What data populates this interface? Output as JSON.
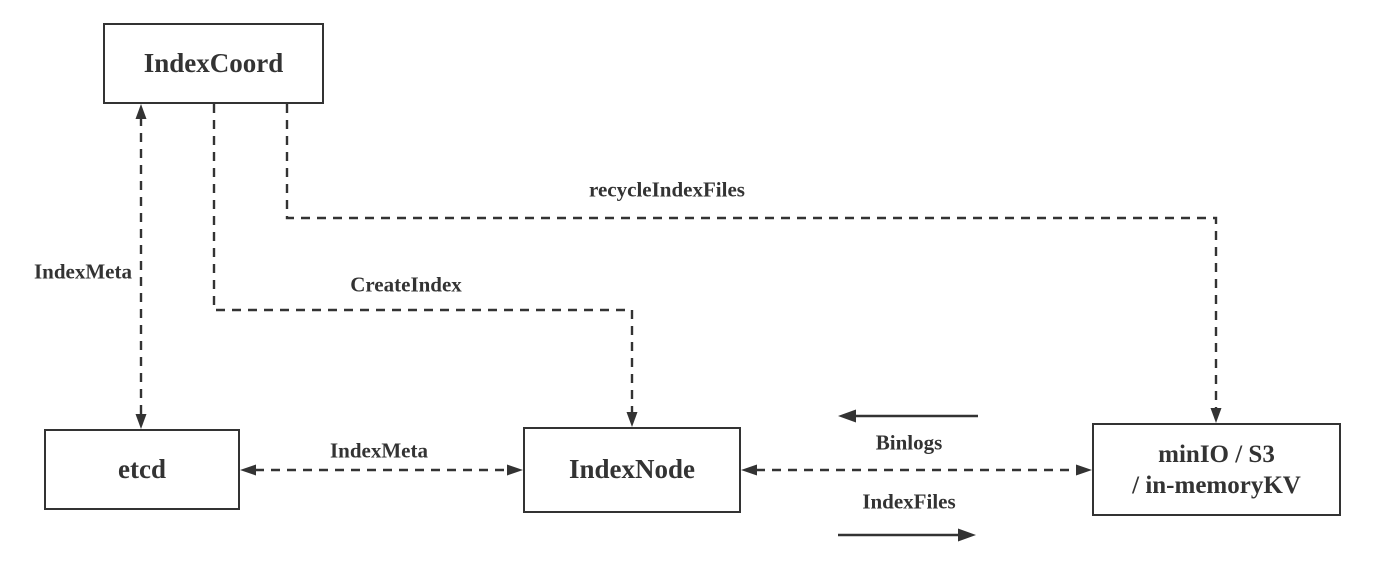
{
  "diagram": {
    "colors": {
      "background": "#ffffff",
      "line": "#333333",
      "text": "#333333"
    },
    "nodes": {
      "indexcoord": {
        "label": "IndexCoord"
      },
      "etcd": {
        "label": "etcd"
      },
      "indexnode": {
        "label": "IndexNode"
      },
      "storage": {
        "label_line1": "minIO / S3",
        "label_line2": "/ in-memoryKV"
      }
    },
    "edge_labels": {
      "indexmeta_vertical": "IndexMeta",
      "createindex": "CreateIndex",
      "recycleindexfiles": "recycleIndexFiles",
      "indexmeta_horizontal": "IndexMeta",
      "binlogs": "Binlogs",
      "indexfiles": "IndexFiles"
    },
    "edges": [
      {
        "from": "IndexCoord",
        "to": "etcd",
        "label": "IndexMeta",
        "style": "dashed",
        "direction": "bidirectional"
      },
      {
        "from": "IndexCoord",
        "to": "IndexNode",
        "label": "CreateIndex",
        "style": "dashed",
        "direction": "forward"
      },
      {
        "from": "IndexCoord",
        "to": "minIO / S3 / in-memoryKV",
        "label": "recycleIndexFiles",
        "style": "dashed",
        "direction": "forward"
      },
      {
        "from": "etcd",
        "to": "IndexNode",
        "label": "IndexMeta",
        "style": "dashed",
        "direction": "bidirectional"
      },
      {
        "from": "IndexNode",
        "to": "minIO / S3 / in-memoryKV",
        "label": "Binlogs / IndexFiles",
        "style": "dashed",
        "direction": "bidirectional"
      },
      {
        "from": "minIO / S3 / in-memoryKV",
        "to": "IndexNode",
        "label": "Binlogs",
        "style": "solid",
        "direction": "forward"
      },
      {
        "from": "IndexNode",
        "to": "minIO / S3 / in-memoryKV",
        "label": "IndexFiles",
        "style": "solid",
        "direction": "forward"
      }
    ]
  }
}
